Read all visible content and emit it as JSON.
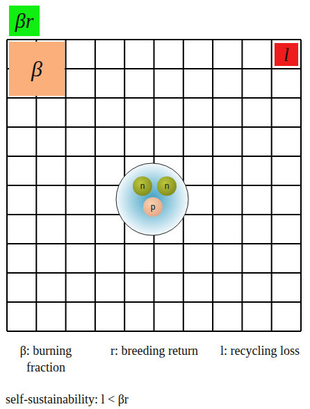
{
  "diagram": {
    "nodes": [
      {
        "text": [
          "βr"
        ]
      },
      {
        "text": [
          "β"
        ]
      },
      {
        "text": [
          "l"
        ]
      },
      {
        "text": [
          "n"
        ]
      },
      {
        "text": [
          "n"
        ]
      },
      {
        "text": [
          "p"
        ]
      }
    ],
    "labels": [
      "β: burning fraction",
      "r: breeding return",
      "l: recycling loss",
      "self-sustainability: l < βr"
    ]
  }
}
